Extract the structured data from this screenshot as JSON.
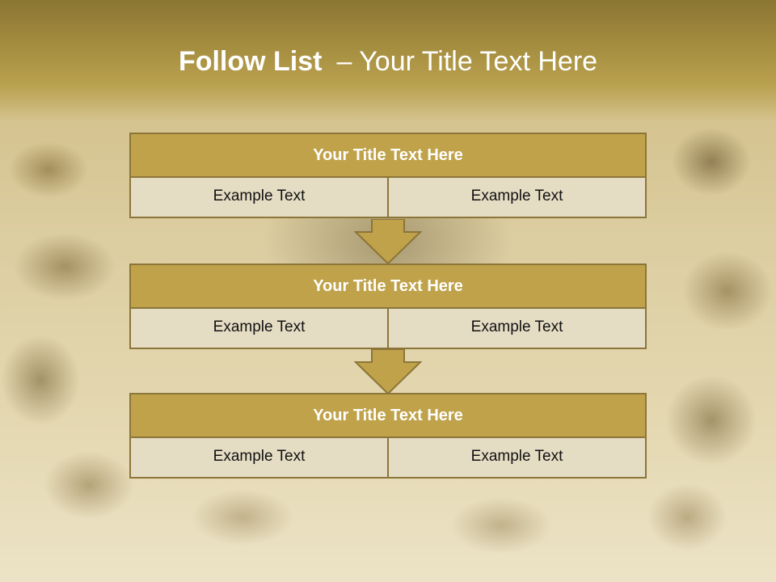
{
  "slide": {
    "title_bold": "Follow List",
    "title_rest": "– Your Title Text Here"
  },
  "blocks": [
    {
      "title": "Your Title Text Here",
      "left_text": "Example Text",
      "right_text": "Example Text"
    },
    {
      "title": "Your Title Text Here",
      "left_text": "Example Text",
      "right_text": "Example Text"
    },
    {
      "title": "Your Title Text Here",
      "left_text": "Example Text",
      "right_text": "Example Text"
    }
  ],
  "colors": {
    "header_gold": "#a38b3e",
    "block_title_fill": "#bfa24a",
    "block_border": "#8c7538",
    "cell_fill": "#e5dcc4",
    "arrow_fill": "#bfa24a"
  },
  "icons": [
    "down-arrow-icon"
  ]
}
